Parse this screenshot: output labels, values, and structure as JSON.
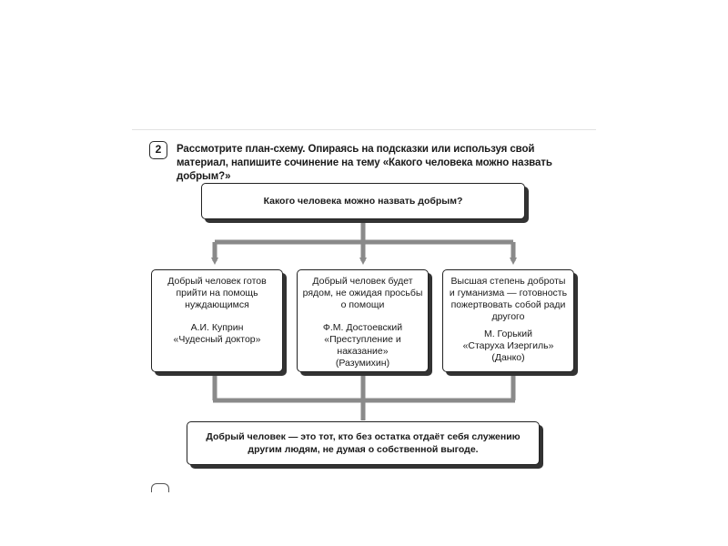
{
  "task": {
    "number": "2",
    "text": "Рассмотрите план-схему. Опираясь на подсказки или используя свой материал, напишите сочинение на тему «Какого человека можно назвать добрым?»"
  },
  "diagram": {
    "question": "Какого человека можно назвать добрым?",
    "columns": [
      {
        "thesis": "Добрый человек готов прийти на помощь нуждающимся",
        "author": "А.И. Куприн",
        "work": "«Чудесный доктор»",
        "note": ""
      },
      {
        "thesis": "Добрый человек будет рядом, не ожидая просьбы о помощи",
        "author": "Ф.М. Достоевский",
        "work": "«Преступление и наказание»",
        "note": "(Разумихин)"
      },
      {
        "thesis": "Высшая степень доброты и гуманизма — готовность пожертвовать собой ради другого",
        "author": "М. Горький",
        "work": "«Старуха Изергиль» (Данко)",
        "note": ""
      }
    ],
    "conclusion": "Добрый человек — это тот, кто без остатка отдаёт себя служению другим людям, не думая о собственной выгоде."
  }
}
